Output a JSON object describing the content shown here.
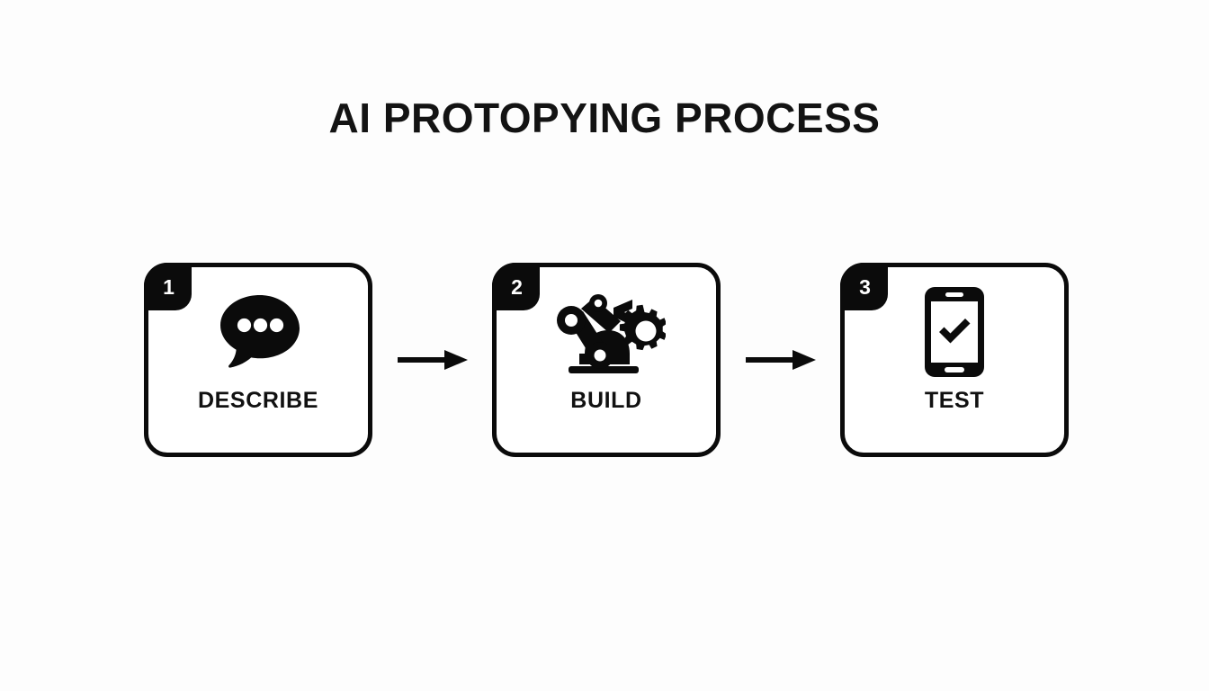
{
  "page": {
    "background_color": "#fdfdfd",
    "ink_color": "#0b0b0b",
    "title": "AI PROTOPYING PROCESS"
  },
  "flow": {
    "steps": [
      {
        "number": "1",
        "label": "DESCRIBE",
        "icon": "speech-bubble-dots-icon"
      },
      {
        "number": "2",
        "label": "BUILD",
        "icon": "robot-arm-gear-icon"
      },
      {
        "number": "3",
        "label": "TEST",
        "icon": "smartphone-check-icon"
      }
    ],
    "connectors": [
      {
        "icon": "arrow-right-icon"
      },
      {
        "icon": "arrow-right-icon"
      }
    ]
  }
}
